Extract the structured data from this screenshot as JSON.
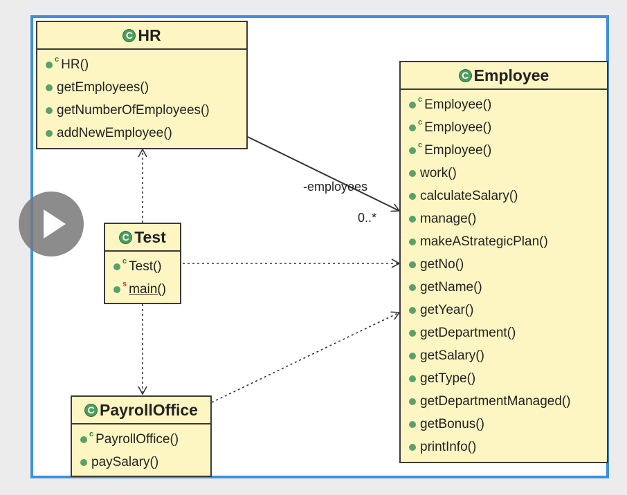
{
  "classes": {
    "hr": {
      "name": "HR",
      "members": [
        {
          "label": "HR()",
          "marker": "constructor"
        },
        {
          "label": "getEmployees()",
          "marker": "method"
        },
        {
          "label": "getNumberOfEmployees()",
          "marker": "method"
        },
        {
          "label": "addNewEmployee()",
          "marker": "method"
        }
      ]
    },
    "test": {
      "name": "Test",
      "members": [
        {
          "label": "Test()",
          "marker": "constructor"
        },
        {
          "label": "main()",
          "marker": "static"
        }
      ]
    },
    "payroll": {
      "name": "PayrollOffice",
      "members": [
        {
          "label": "PayrollOffice()",
          "marker": "constructor"
        },
        {
          "label": "paySalary()",
          "marker": "method"
        }
      ]
    },
    "employee": {
      "name": "Employee",
      "members": [
        {
          "label": "Employee()",
          "marker": "constructor"
        },
        {
          "label": "Employee()",
          "marker": "constructor"
        },
        {
          "label": "Employee()",
          "marker": "constructor"
        },
        {
          "label": "work()",
          "marker": "method"
        },
        {
          "label": "calculateSalary()",
          "marker": "method"
        },
        {
          "label": "manage()",
          "marker": "method"
        },
        {
          "label": "makeAStrategicPlan()",
          "marker": "method"
        },
        {
          "label": "getNo()",
          "marker": "method"
        },
        {
          "label": "getName()",
          "marker": "method"
        },
        {
          "label": "getYear()",
          "marker": "method"
        },
        {
          "label": "getDepartment()",
          "marker": "method"
        },
        {
          "label": "getSalary()",
          "marker": "method"
        },
        {
          "label": "getType()",
          "marker": "method"
        },
        {
          "label": "getDepartmentManaged()",
          "marker": "method"
        },
        {
          "label": "getBonus()",
          "marker": "method"
        },
        {
          "label": "printInfo()",
          "marker": "method"
        }
      ]
    }
  },
  "association": {
    "role": "-employees",
    "multiplicity": "0..*"
  },
  "icons": {
    "class_icon": "C",
    "constructor_sup": "c",
    "static_sup": "s",
    "play": "play-icon"
  },
  "colors": {
    "frame": "#3d8fe0",
    "class_fill": "#fdf6c3",
    "icon_green": "#4c9e5e"
  }
}
